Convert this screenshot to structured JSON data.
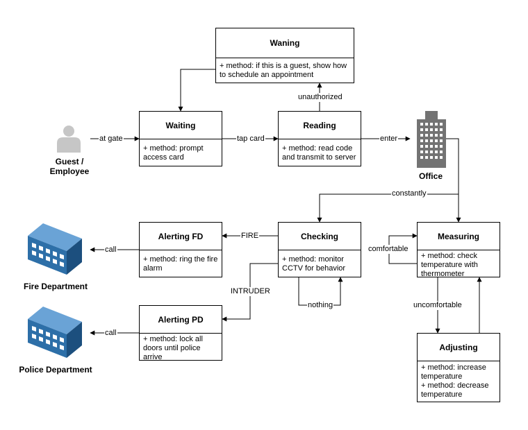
{
  "actors": {
    "guest": {
      "label_line1": "Guest /",
      "label_line2": "Employee"
    },
    "office": {
      "label": "Office"
    },
    "fire_department": {
      "label": "Fire Department"
    },
    "police_department": {
      "label": "Police Department"
    }
  },
  "states": {
    "waning": {
      "title": "Waning",
      "methods": [
        "+ method: if this is a guest, show how",
        "to schedule an appointment"
      ]
    },
    "waiting": {
      "title": "Waiting",
      "methods": [
        "+ method: prompt",
        "access card"
      ]
    },
    "reading": {
      "title": "Reading",
      "methods": [
        "+ method: read code",
        "and transmit to server"
      ]
    },
    "checking": {
      "title": "Checking",
      "methods": [
        "+ method: monitor",
        "CCTV for behavior"
      ]
    },
    "measuring": {
      "title": "Measuring",
      "methods": [
        "+ method: check",
        "temperature with",
        "thermometer"
      ]
    },
    "alerting_fd": {
      "title": "Alerting FD",
      "methods": [
        "+ method: ring the fire",
        "alarm"
      ]
    },
    "alerting_pd": {
      "title": "Alerting PD",
      "methods": [
        "+ method: lock all",
        "doors until police",
        "arrive"
      ]
    },
    "adjusting": {
      "title": "Adjusting",
      "methods": [
        "+ method: increase",
        "temperature",
        "+ method: decrease",
        "temperature"
      ]
    }
  },
  "transitions": {
    "at_gate": "at gate",
    "tap_card": "tap card",
    "enter": "enter",
    "unauthorized": "unauthorized",
    "constantly": "constantly",
    "fire": "FIRE",
    "intruder": "INTRUDER",
    "nothing": "nothing",
    "comfortable": "comfortable",
    "uncomfortable": "uncomfortable",
    "call_fd": "call",
    "call_pd": "call"
  },
  "colors": {
    "line": "#000000",
    "person_icon": "#c6c6c6",
    "office_icon": "#737373",
    "building_icon": "#2d6fa8"
  }
}
